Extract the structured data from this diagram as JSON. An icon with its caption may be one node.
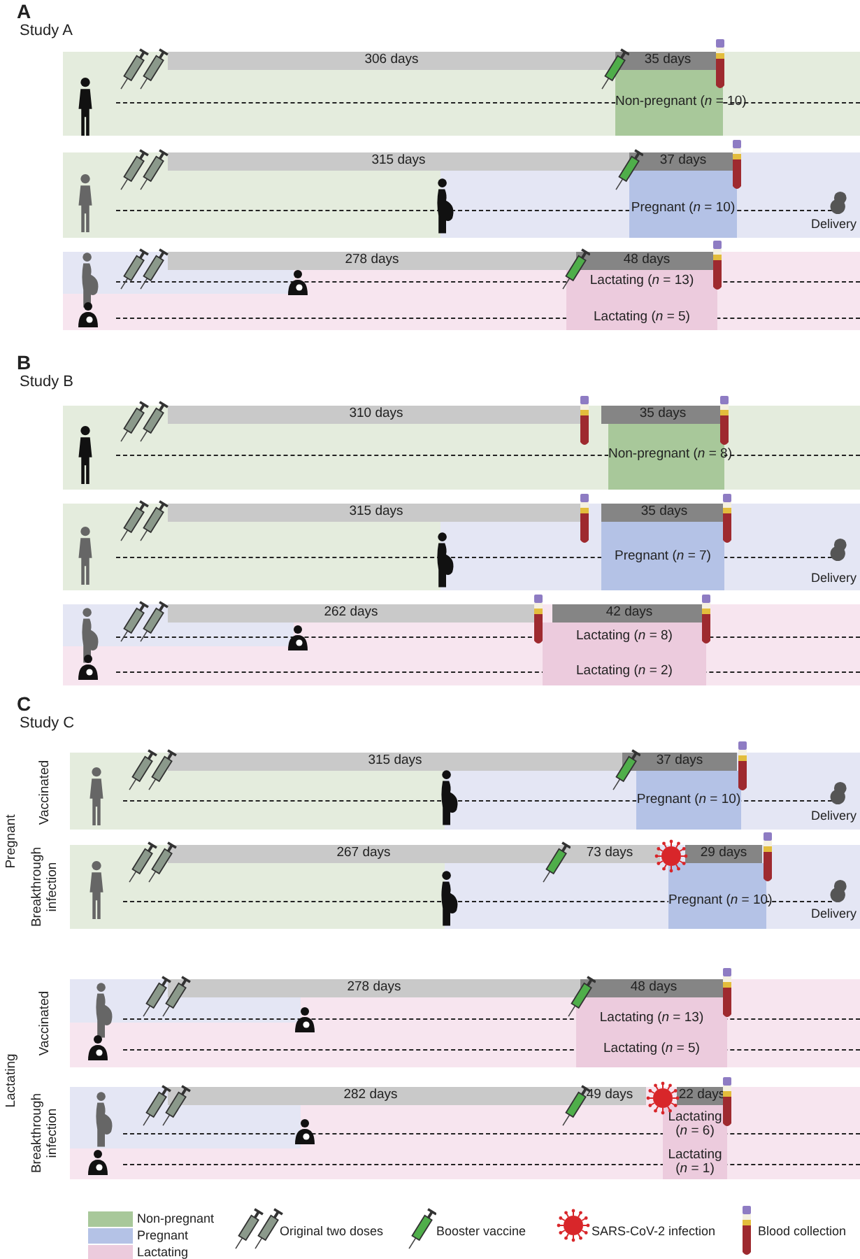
{
  "diagram": {
    "nodes": [
      {
        "text": [
          "306 days"
        ]
      },
      {
        "text": [
          "35 days"
        ]
      },
      {
        "text": [
          "Non-pregnant (*n* = 10)"
        ]
      },
      {
        "text": [
          "315 days"
        ]
      },
      {
        "text": [
          "37 days"
        ]
      },
      {
        "text": [
          "Pregnant (*n* = 10)"
        ]
      },
      {
        "text": [
          "278 days"
        ]
      },
      {
        "text": [
          "48 days"
        ]
      },
      {
        "text": [
          "Lactating (*n* = 13)"
        ]
      },
      {
        "text": [
          "Lactating (*n* = 5)"
        ]
      },
      {
        "text": [
          "310 days"
        ]
      },
      {
        "text": [
          "35 days"
        ]
      },
      {
        "text": [
          "Non-pregnant (*n* = 8)"
        ]
      },
      {
        "text": [
          "315 days"
        ]
      },
      {
        "text": [
          "35 days"
        ]
      },
      {
        "text": [
          "Pregnant (*n* = 7)"
        ]
      },
      {
        "text": [
          "262 days"
        ]
      },
      {
        "text": [
          "42 days"
        ]
      },
      {
        "text": [
          "Lactating (*n* = 8)"
        ]
      },
      {
        "text": [
          "Lactating (*n* = 2)"
        ]
      },
      {
        "text": [
          "315 days"
        ]
      },
      {
        "text": [
          "37 days"
        ]
      },
      {
        "text": [
          "Pregnant (*n* = 10)"
        ]
      },
      {
        "text": [
          "267 days"
        ]
      },
      {
        "text": [
          "73 days"
        ]
      },
      {
        "text": [
          "29 days"
        ]
      },
      {
        "text": [
          "Pregnant (*n* = 10)"
        ]
      },
      {
        "text": [
          "278 days"
        ]
      },
      {
        "text": [
          "48 days"
        ]
      },
      {
        "text": [
          "Lactating (*n* = 13)"
        ]
      },
      {
        "text": [
          "Lactating (*n* = 5)"
        ]
      },
      {
        "text": [
          "282 days"
        ]
      },
      {
        "text": [
          "49 days"
        ]
      },
      {
        "text": [
          "22 days"
        ]
      },
      {
        "text": [
          "Lactating (*n* = 6)"
        ]
      },
      {
        "text": [
          "Lactating (*n* = 1)"
        ]
      }
    ],
    "labels": [
      "A",
      "Study A",
      "Delivery",
      "B",
      "Study B",
      "Delivery",
      "C",
      "Study C",
      "Pregnant",
      "Vaccinated",
      "Delivery",
      "Breakthrough infection",
      "Delivery",
      "Lactating",
      "Vaccinated",
      "Breakthrough infection"
    ],
    "legend": [
      {
        "text": "Non-pregnant",
        "color": "#a8c89a"
      },
      {
        "text": "Pregnant",
        "color": "#b4c2e6"
      },
      {
        "text": "Lactating",
        "color": "#eccbdd"
      },
      {
        "text": "Original two doses"
      },
      {
        "text": "Booster vaccine"
      },
      {
        "text": "SARS-CoV-2 infection"
      },
      {
        "text": "Blood collection"
      }
    ]
  }
}
